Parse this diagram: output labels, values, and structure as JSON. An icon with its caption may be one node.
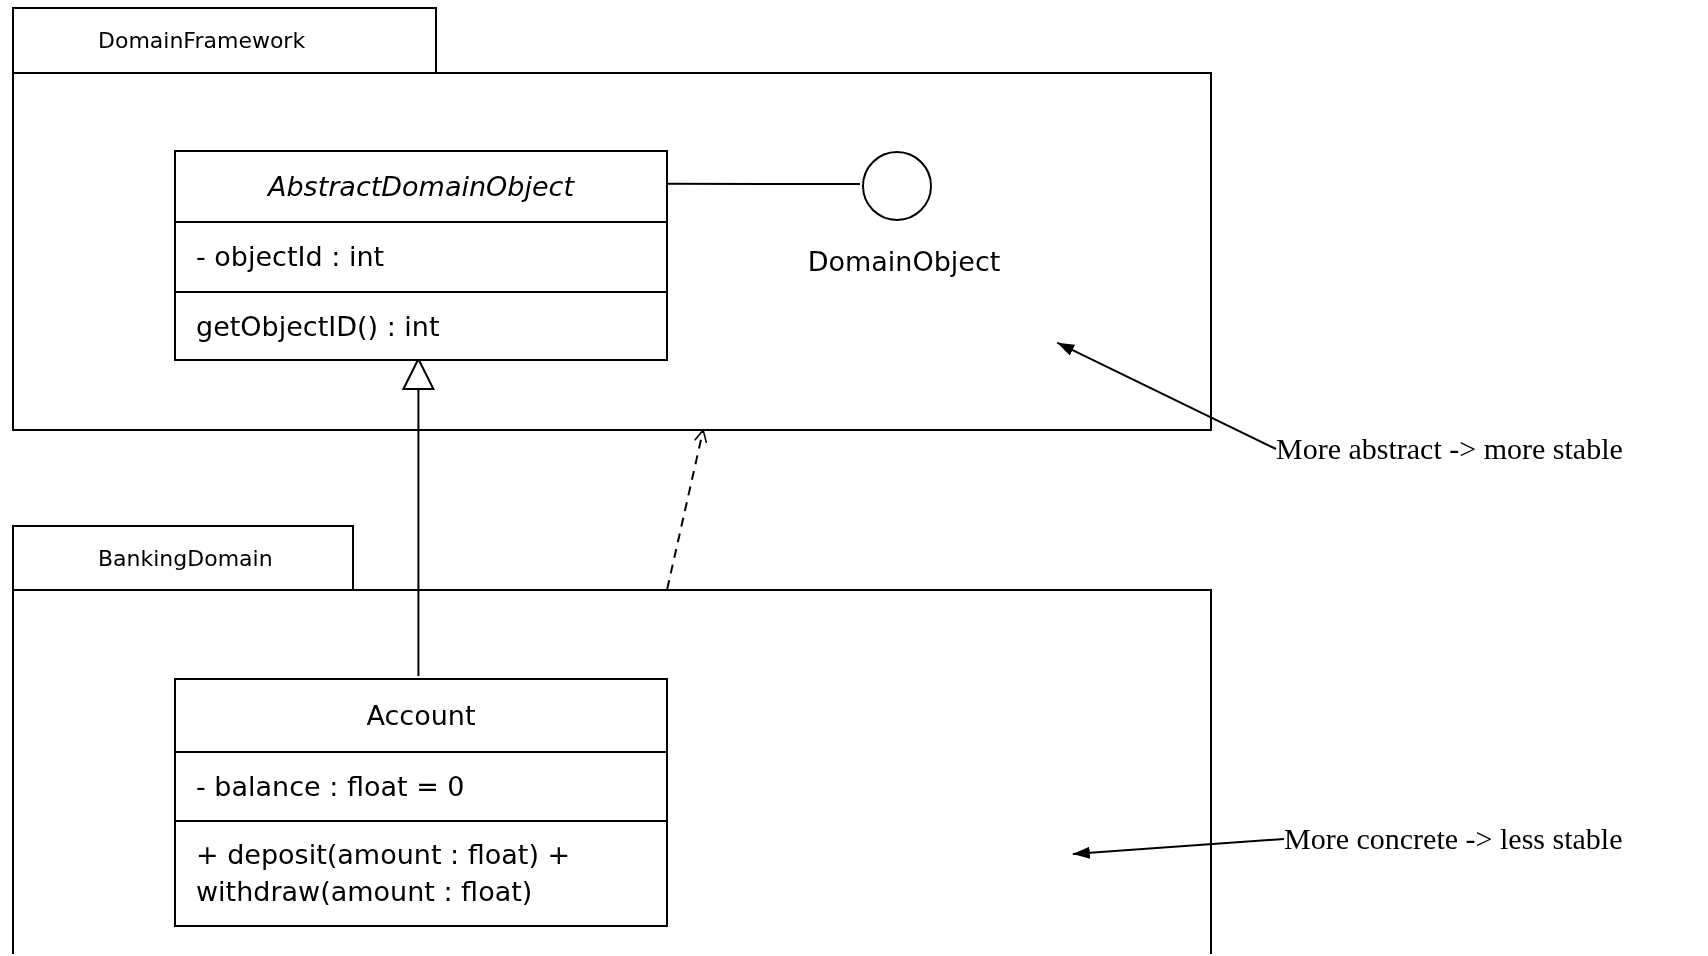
{
  "diagram": {
    "nodes": [
      {
        "text": [
          "DomainFramework"
        ]
      },
      {
        "text": [
          "AbstractDomainObject",
          "- objectId : int",
          "getObjectID() : int"
        ],
        "in": 0
      },
      {
        "text": [
          "DomainObject"
        ],
        "in": 0
      },
      {
        "text": [
          "BankingDomain"
        ]
      },
      {
        "text": [
          "Account",
          "- balance : float = 0",
          "+ deposit(amount : float) + withdraw(amount : float)"
        ],
        "in": 3
      },
      {
        "text": [
          "More abstract -> more stable"
        ]
      },
      {
        "text": [
          "More concrete -> less stable"
        ]
      }
    ],
    "edges": [
      {
        "from": 1,
        "to": 2,
        "arrow": "none"
      },
      {
        "from": 4,
        "to": 1,
        "arrow": "to"
      },
      {
        "from": 3,
        "to": 0,
        "arrow": "to",
        "style": "dashed"
      },
      {
        "from": 5,
        "to": 0,
        "arrow": "to"
      },
      {
        "from": 6,
        "to": 3,
        "arrow": "to"
      }
    ]
  }
}
